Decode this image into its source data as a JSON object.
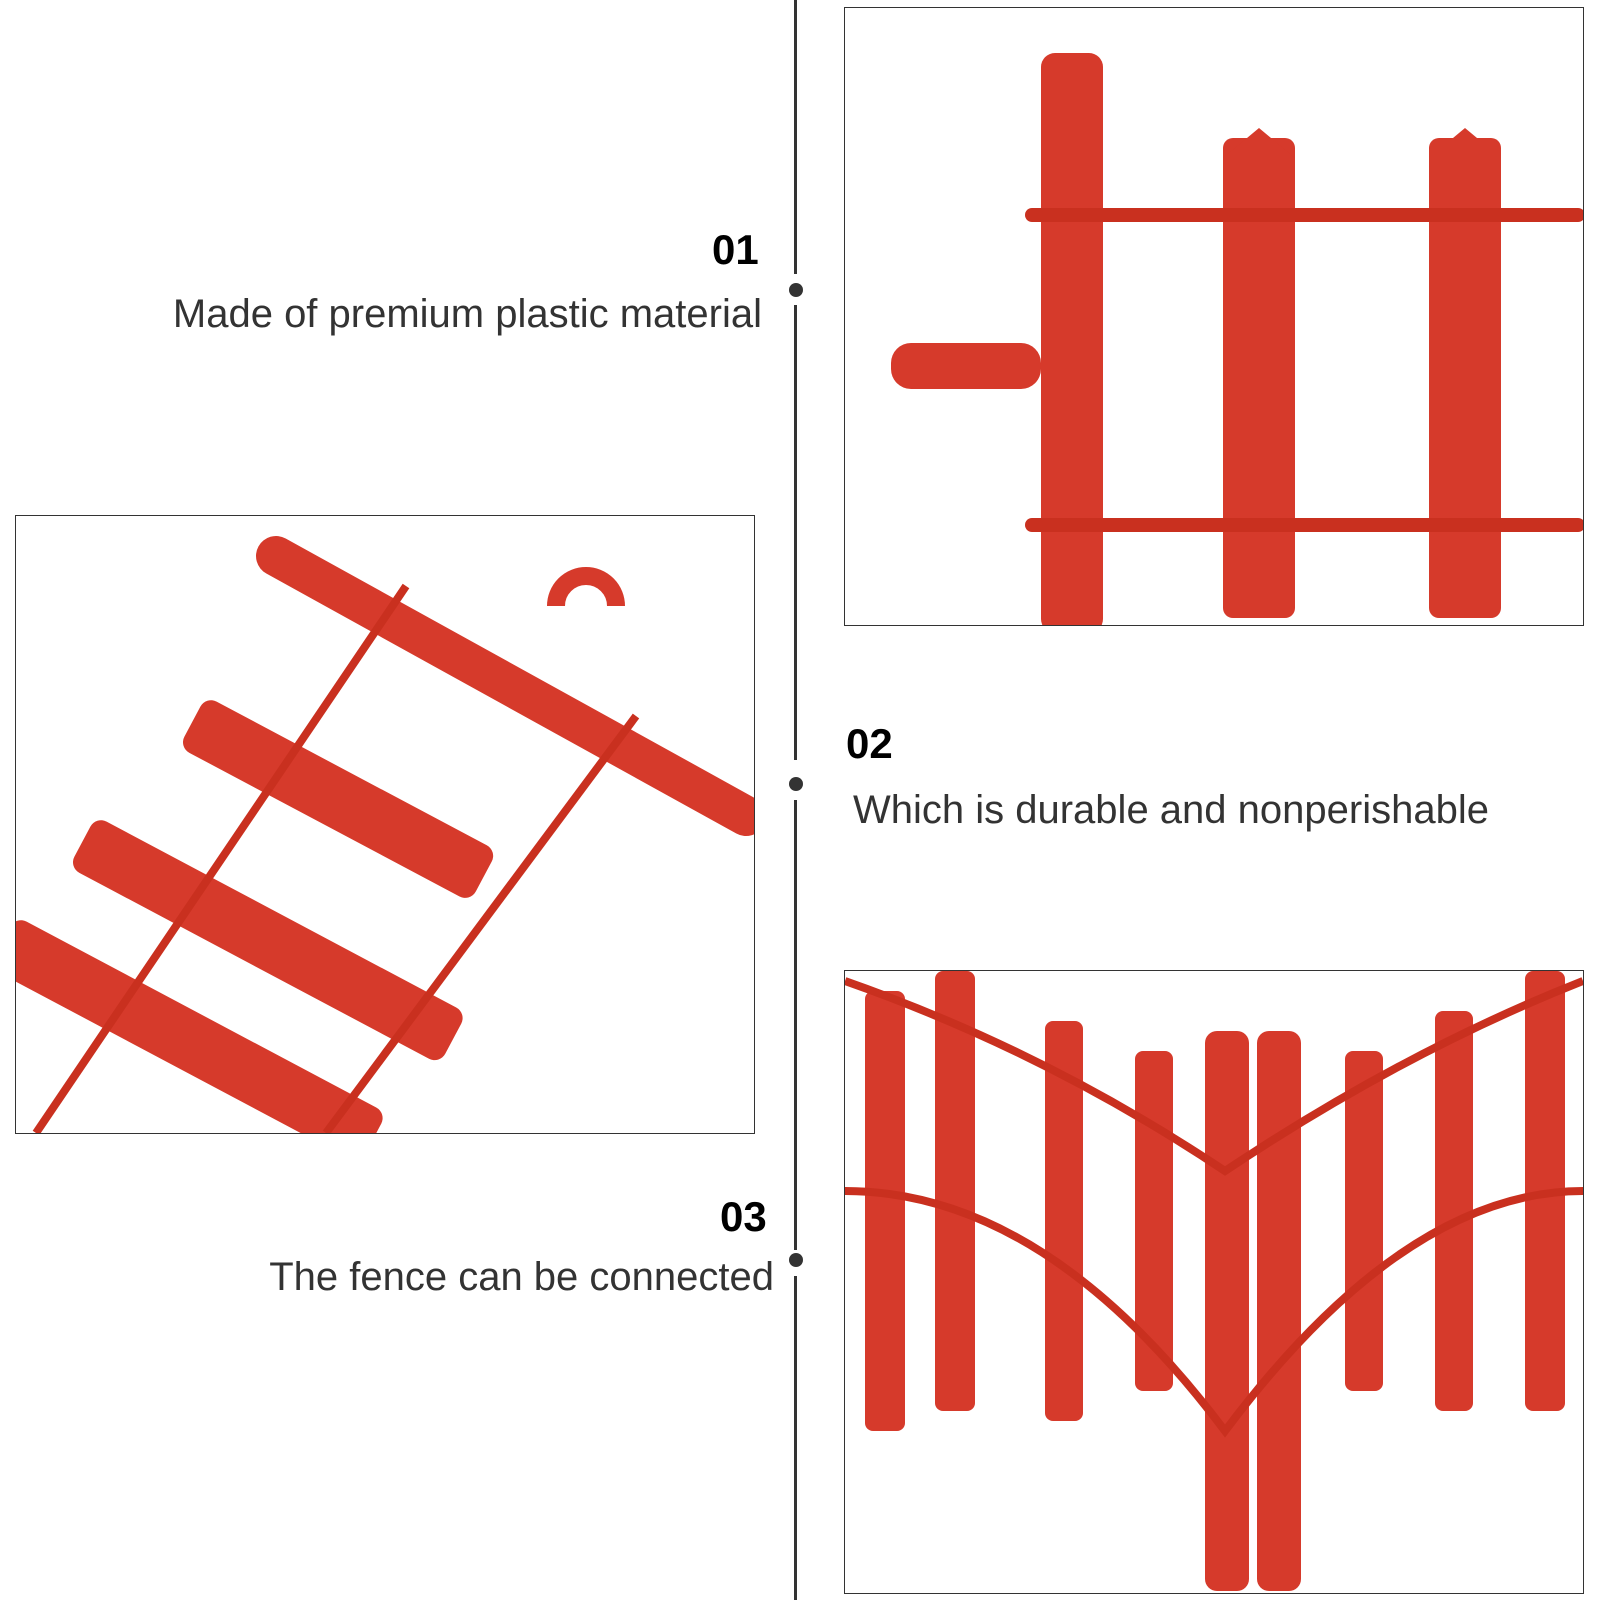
{
  "features": [
    {
      "number": "01",
      "caption": "Made of premium plastic material"
    },
    {
      "number": "02",
      "caption": "Which is durable and nonperishable"
    },
    {
      "number": "03",
      "caption": "The fence can be connected"
    }
  ],
  "images": [
    {
      "label": "fence-post-closeup"
    },
    {
      "label": "fence-diagonal-view"
    },
    {
      "label": "fence-connected-view"
    }
  ],
  "colors": {
    "fence": "#d63a2b",
    "line": "#333333"
  }
}
